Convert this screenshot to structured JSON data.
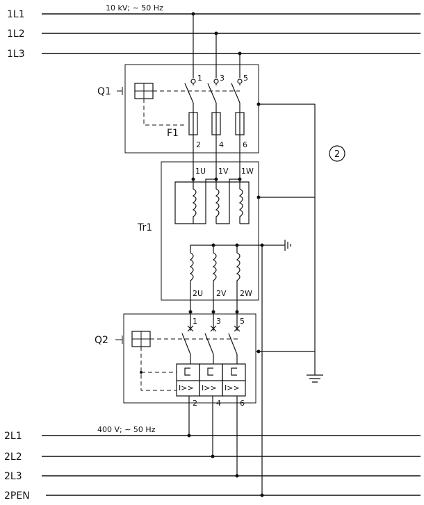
{
  "buses_hv": [
    "1L1",
    "1L2",
    "1L3"
  ],
  "buses_lv": [
    "2L1",
    "2L2",
    "2L3",
    "2PEN"
  ],
  "hv_rating": "10 kV; ∼ 50 Hz",
  "lv_rating": "400 V; ∼ 50 Hz",
  "q1": {
    "label": "Q1",
    "in_terminals": [
      "1",
      "3",
      "5"
    ],
    "out_terminals": [
      "2",
      "4",
      "6"
    ],
    "fuse_label": "F1"
  },
  "transformer": {
    "label": "Tr1",
    "primary_terminals": [
      "1U",
      "1V",
      "1W"
    ],
    "secondary_terminals": [
      "2U",
      "2V",
      "2W"
    ]
  },
  "q2": {
    "label": "Q2",
    "in_terminals": [
      "1",
      "3",
      "5"
    ],
    "out_terminals": [
      "2",
      "4",
      "6"
    ],
    "trip_label": "I>>"
  },
  "reference_marker": "2"
}
